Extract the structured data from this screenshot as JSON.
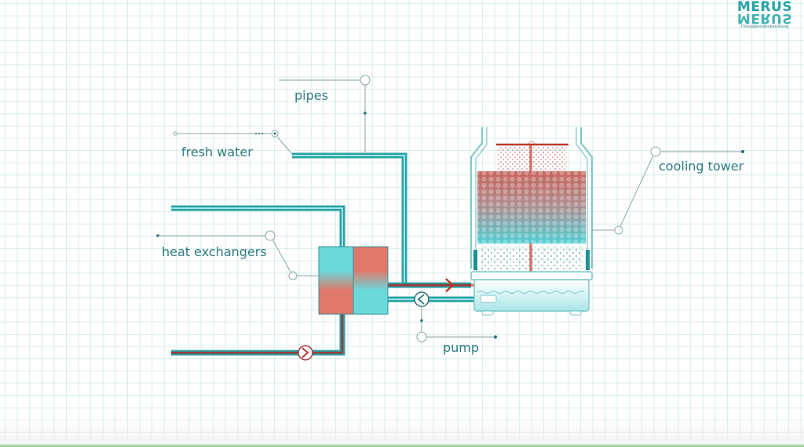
{
  "logo": {
    "name": "MERUS",
    "tagline": "Flüssigkeitsbehandlung"
  },
  "labels": {
    "pipes": "pipes",
    "fresh_water": "fresh water",
    "heat_exchangers": "heat exchangers",
    "pump": "pump",
    "cooling_tower": "cooling tower"
  },
  "colors": {
    "teal": "#2aa0a4",
    "teal_light": "#6ad9dc",
    "red": "#c0392b",
    "salmon": "#e0786a",
    "line": "#8aa6a8",
    "text": "#2f7b80",
    "bottom_bar": "#9fd79a"
  }
}
